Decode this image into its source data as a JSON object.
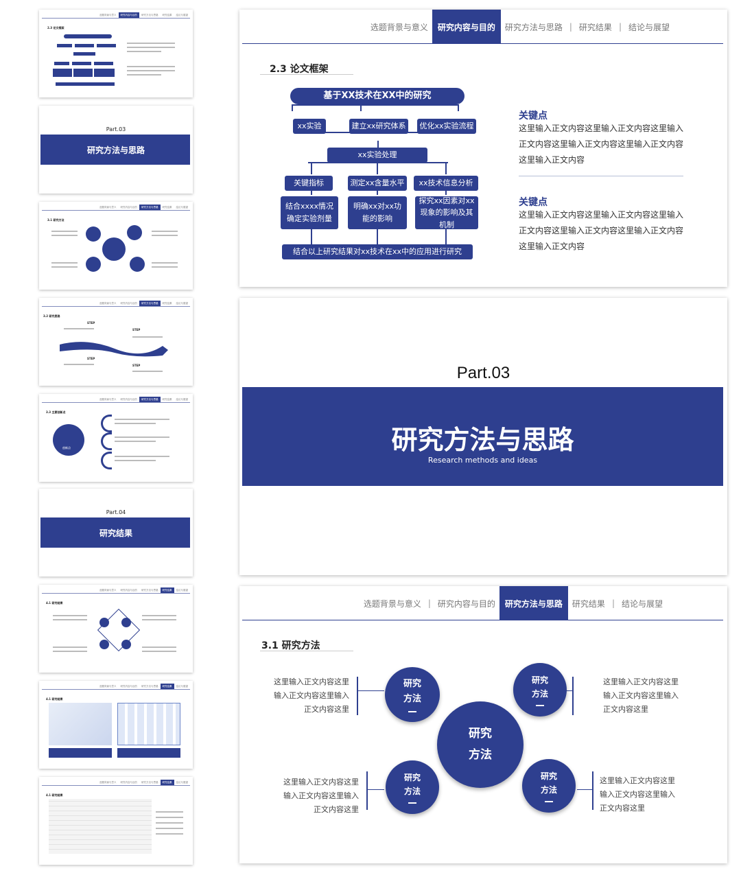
{
  "nav_items": [
    "选题背景与意义",
    "研究内容与目的",
    "研究方法与思路",
    "研究结果",
    "结论与展望"
  ],
  "slide1": {
    "section_title": "2.3 论文框架",
    "flow": {
      "top": "基于XX技术在XX中的研究",
      "row1": [
        "xx实验",
        "建立xx研究体系",
        "优化xx实验流程"
      ],
      "row2": "xx实验处理",
      "row3": [
        "关键指标",
        "测定xx含量水平",
        "xx技术信息分析"
      ],
      "row4": [
        "结合xxxx情况确定实验剂量",
        "明确xx对xx功能的影响",
        "探究xx因素对xx现象的影响及其机制"
      ],
      "bottom": "结合以上研究结果对xx技术在xx中的应用进行研究"
    },
    "key_points": [
      {
        "title": "关键点",
        "body": "这里输入正文内容这里输入正文内容这里输入正文内容这里输入正文内容这里输入正文内容这里输入正文内容"
      },
      {
        "title": "关键点",
        "body": "这里输入正文内容这里输入正文内容这里输入正文内容这里输入正文内容这里输入正文内容这里输入正文内容"
      }
    ]
  },
  "slide2": {
    "part": "Part.03",
    "title": "研究方法与思路",
    "subtitle": "Research methods and ideas"
  },
  "slide3": {
    "section_title": "3.1 研究方法",
    "center": [
      "研究",
      "方法"
    ],
    "satellite": [
      "研究",
      "方法"
    ],
    "texts": [
      "这里输入正文内容这里输入正文内容这里输入正文内容这里",
      "这里输入正文内容这里输入正文内容这里输入正文内容这里",
      "这里输入正文内容这里输入正文内容这里输入正文内容这里",
      "这里输入正文内容这里输入正文内容这里输入正文内容这里"
    ]
  },
  "thumbs": {
    "t1_title": "2.3 论文框架",
    "t2_part": "Part.03",
    "t2_title": "研究方法与思路",
    "t3_title": "3.1 研究方法",
    "t4_title": "3.2 研究思路",
    "t4_step": "STEP",
    "t5_title": "3.3 主要创新点",
    "t5_label": "创新点",
    "t6_part": "Part.04",
    "t6_title": "研究结果",
    "t7_title": "4.1 研究结果",
    "t8_title": "4.1 研究结果",
    "t9_title": "4.1 研究结果"
  },
  "colors": {
    "primary": "#2e3f8f"
  }
}
